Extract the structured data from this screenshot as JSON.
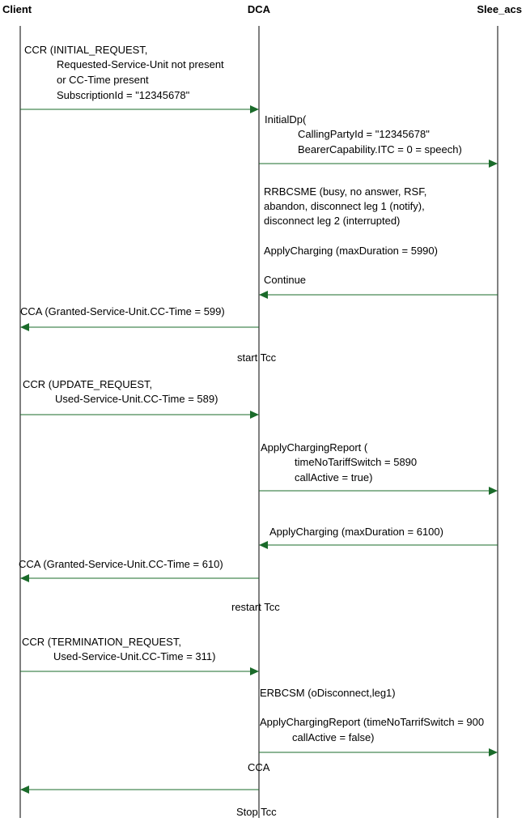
{
  "colors": {
    "lifeline": "#000000",
    "arrow": "#1a6b2a",
    "text": "#000000",
    "background": "#ffffff"
  },
  "actors": [
    {
      "id": "client",
      "label": "Client"
    },
    {
      "id": "dca",
      "label": "DCA"
    },
    {
      "id": "slee",
      "label": "Slee_acs"
    }
  ],
  "messages": [
    {
      "id": "ccr-initial",
      "from": "client",
      "to": "dca",
      "lines": [
        "CCR (INITIAL_REQUEST,",
        "Requested-Service-Unit not present",
        "or CC-Time present",
        "SubscriptionId = \"12345678\""
      ]
    },
    {
      "id": "initialdp",
      "from": "dca",
      "to": "slee",
      "lines": [
        "InitialDp(",
        "CallingPartyId = \"12345678\"",
        "BearerCapability.ITC = 0 = speech)"
      ]
    },
    {
      "id": "rrbcsme",
      "from": "slee",
      "to": "dca",
      "lines": [
        "RRBCSME (busy, no answer, RSF,",
        "abandon, disconnect leg 1 (notify),",
        "disconnect leg 2 (interrupted)",
        "",
        "ApplyCharging (maxDuration = 5990)",
        "",
        "Continue"
      ]
    },
    {
      "id": "cca-1",
      "from": "dca",
      "to": "client",
      "lines": [
        "CCA (Granted-Service-Unit.CC-Time = 599)"
      ]
    },
    {
      "id": "note-start-tcc",
      "lines": [
        "start Tcc"
      ]
    },
    {
      "id": "ccr-update",
      "from": "client",
      "to": "dca",
      "lines": [
        "CCR (UPDATE_REQUEST,",
        "Used-Service-Unit.CC-Time = 589)"
      ]
    },
    {
      "id": "acr-1",
      "from": "dca",
      "to": "slee",
      "lines": [
        "ApplyChargingReport (",
        "timeNoTariffSwitch = 5890",
        "callActive = true)"
      ]
    },
    {
      "id": "applycharging-2",
      "from": "slee",
      "to": "dca",
      "lines": [
        "ApplyCharging (maxDuration = 6100)"
      ]
    },
    {
      "id": "cca-2",
      "from": "dca",
      "to": "client",
      "lines": [
        "CCA (Granted-Service-Unit.CC-Time = 610)"
      ]
    },
    {
      "id": "note-restart-tcc",
      "lines": [
        "restart Tcc"
      ]
    },
    {
      "id": "ccr-termination",
      "from": "client",
      "to": "dca",
      "lines": [
        "CCR (TERMINATION_REQUEST,",
        "Used-Service-Unit.CC-Time = 311)"
      ]
    },
    {
      "id": "erbcsm-acr",
      "from": "dca",
      "to": "slee",
      "lines": [
        "ERBCSM (oDisconnect,leg1)",
        "",
        "ApplyChargingReport (timeNoTarrifSwitch = 900",
        "callActive = false)"
      ]
    },
    {
      "id": "cca-3",
      "from": "dca",
      "to": "client",
      "lines": [
        "CCA"
      ]
    },
    {
      "id": "note-stop-tcc",
      "lines": [
        "Stop Tcc"
      ]
    }
  ]
}
